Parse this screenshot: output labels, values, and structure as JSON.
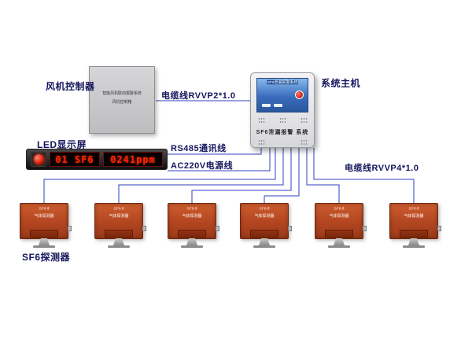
{
  "diagram": {
    "fan_controller": {
      "label": "风机控制器",
      "body_line1": "智能风机联动报警系统",
      "body_line2": "风机控制箱"
    },
    "system_host": {
      "label": "系统主机",
      "screen_title": "SF6泄漏报警系统",
      "panel_text": "SF6泄漏报警 系统"
    },
    "led_display": {
      "label": "LED显示屏",
      "channel_text": "01 SF6",
      "value_text": "0241ppm"
    },
    "detector": {
      "label": "SF6探测器",
      "model": "SF6-Ⅱ",
      "name": "气体探测器",
      "count": 6
    },
    "cable_labels": {
      "rvvp2": "电缆线RVVP2*1.0",
      "rs485": "RS485通讯线",
      "ac220v": "AC220V电源线",
      "rvvp4": "电缆线RVVP4*1.0"
    },
    "colors": {
      "wire": "#2f3fc0",
      "label_text": "#15155e",
      "detector_body": "#b04420",
      "led_text": "#ff2400"
    }
  }
}
